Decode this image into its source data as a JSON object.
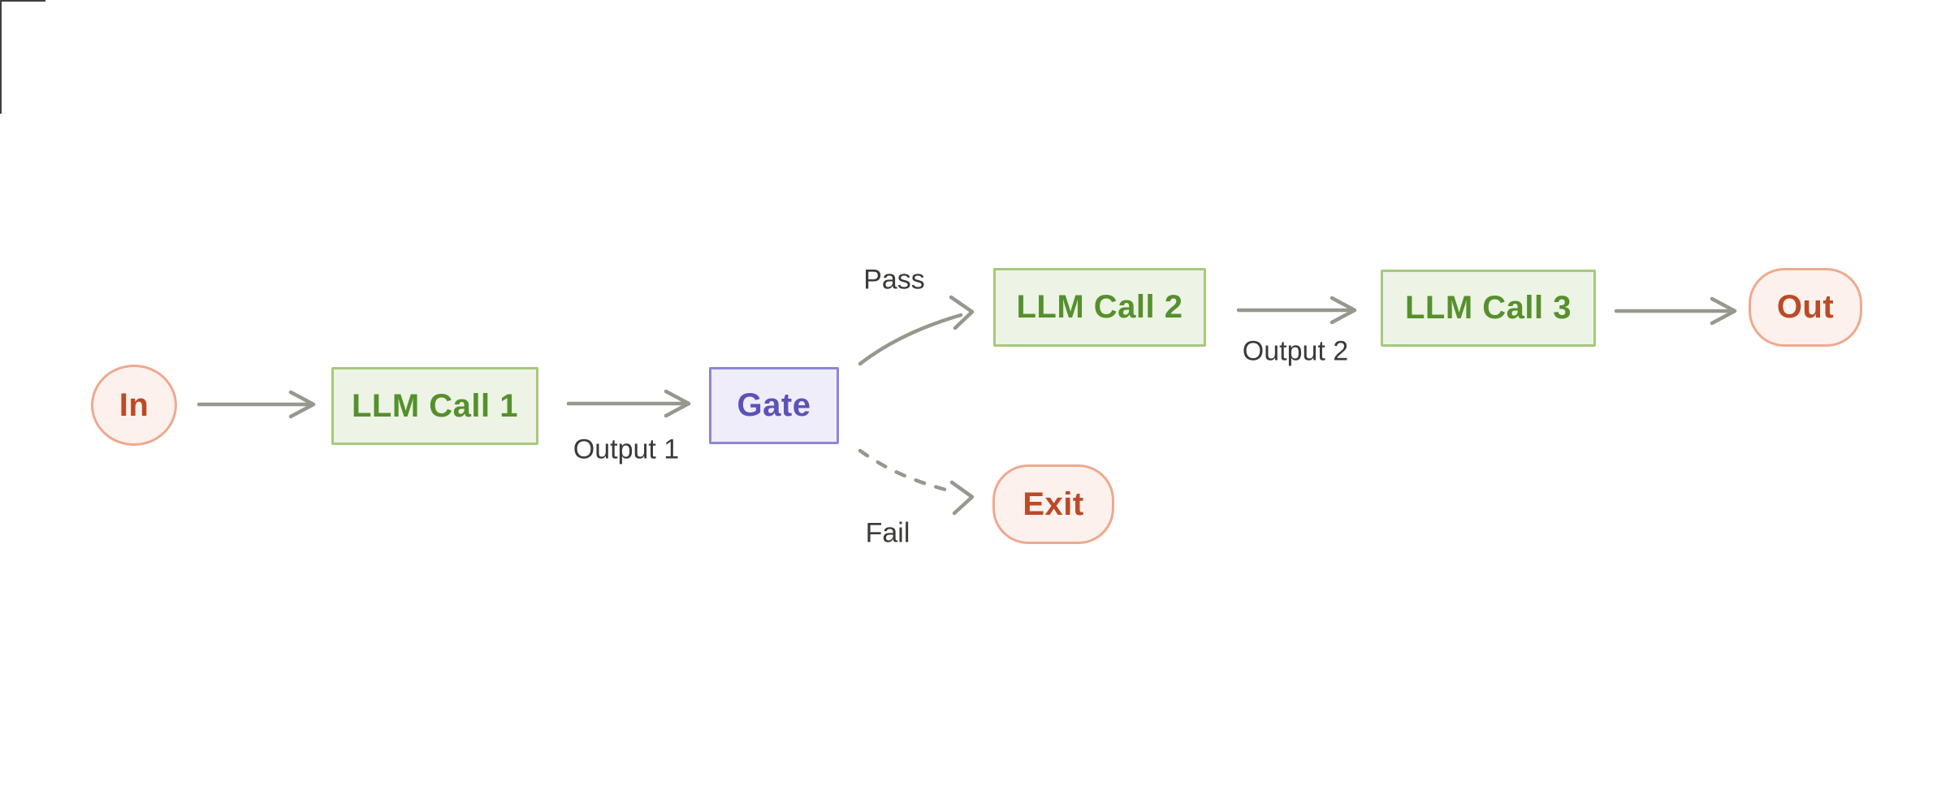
{
  "diagram": {
    "type": "flowchart",
    "background": "#ffffff",
    "nodes": {
      "in": {
        "label": "In",
        "shape": "ellipse",
        "role": "input-terminal"
      },
      "llm1": {
        "label": "LLM Call 1",
        "shape": "rect",
        "role": "llm-step"
      },
      "gate": {
        "label": "Gate",
        "shape": "rect",
        "role": "decision"
      },
      "llm2": {
        "label": "LLM Call 2",
        "shape": "rect",
        "role": "llm-step"
      },
      "llm3": {
        "label": "LLM Call 3",
        "shape": "rect",
        "role": "llm-step"
      },
      "out": {
        "label": "Out",
        "shape": "pill",
        "role": "output-terminal"
      },
      "exit": {
        "label": "Exit",
        "shape": "pill",
        "role": "exit-terminal"
      }
    },
    "edges": {
      "in_to_llm1": {
        "from": "in",
        "to": "llm1",
        "label": "",
        "style": "solid"
      },
      "llm1_to_gate": {
        "from": "llm1",
        "to": "gate",
        "label": "Output 1",
        "style": "solid"
      },
      "gate_to_llm2": {
        "from": "gate",
        "to": "llm2",
        "label": "Pass",
        "style": "solid-curve"
      },
      "llm2_to_llm3": {
        "from": "llm2",
        "to": "llm3",
        "label": "Output 2",
        "style": "solid"
      },
      "llm3_to_out": {
        "from": "llm3",
        "to": "out",
        "label": "",
        "style": "solid"
      },
      "gate_to_exit": {
        "from": "gate",
        "to": "exit",
        "label": "Fail",
        "style": "dashed-curve"
      }
    },
    "colors": {
      "bg": "#ffffff",
      "llm_fill": "#edf3e5",
      "llm_border": "#a6c97e",
      "llm_text": "#55902c",
      "gate_fill": "#efedfa",
      "gate_border": "#8d86d8",
      "gate_text": "#5b53b7",
      "terminal_fill": "#fcf1ed",
      "terminal_border": "#eea98e",
      "terminal_text": "#bb4a27",
      "arrow": "#98978e",
      "edge_label": "#3c3a37",
      "corner_mark": "#3f3f3f"
    }
  }
}
